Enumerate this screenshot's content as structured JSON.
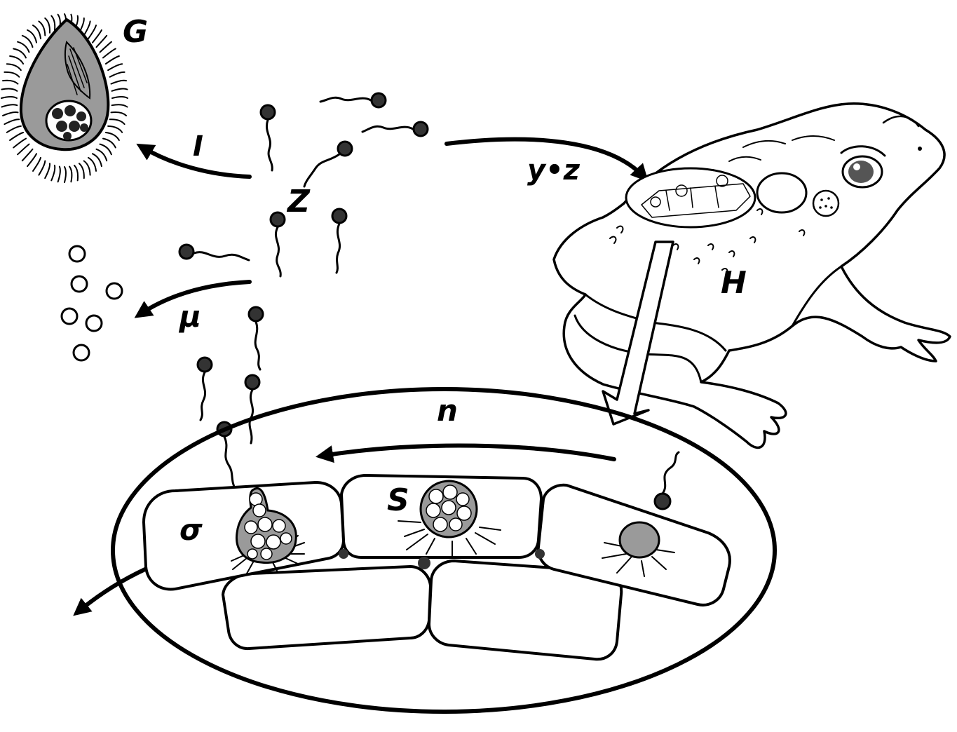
{
  "labels": {
    "G": "G",
    "I": "I",
    "Z": "Z",
    "y_z": "y•z",
    "H": "H",
    "mu": "μ",
    "n": "n",
    "S": "S",
    "sigma": "σ"
  },
  "colors": {
    "ink": "#000000",
    "shade": "#9a9a9a",
    "zoospore": "#333333",
    "background": "#ffffff"
  },
  "icons": {
    "organism_G": "ciliate-predator-icon",
    "host_H": "toad-icon",
    "zoospore": "flagellated-zoospore-icon"
  }
}
